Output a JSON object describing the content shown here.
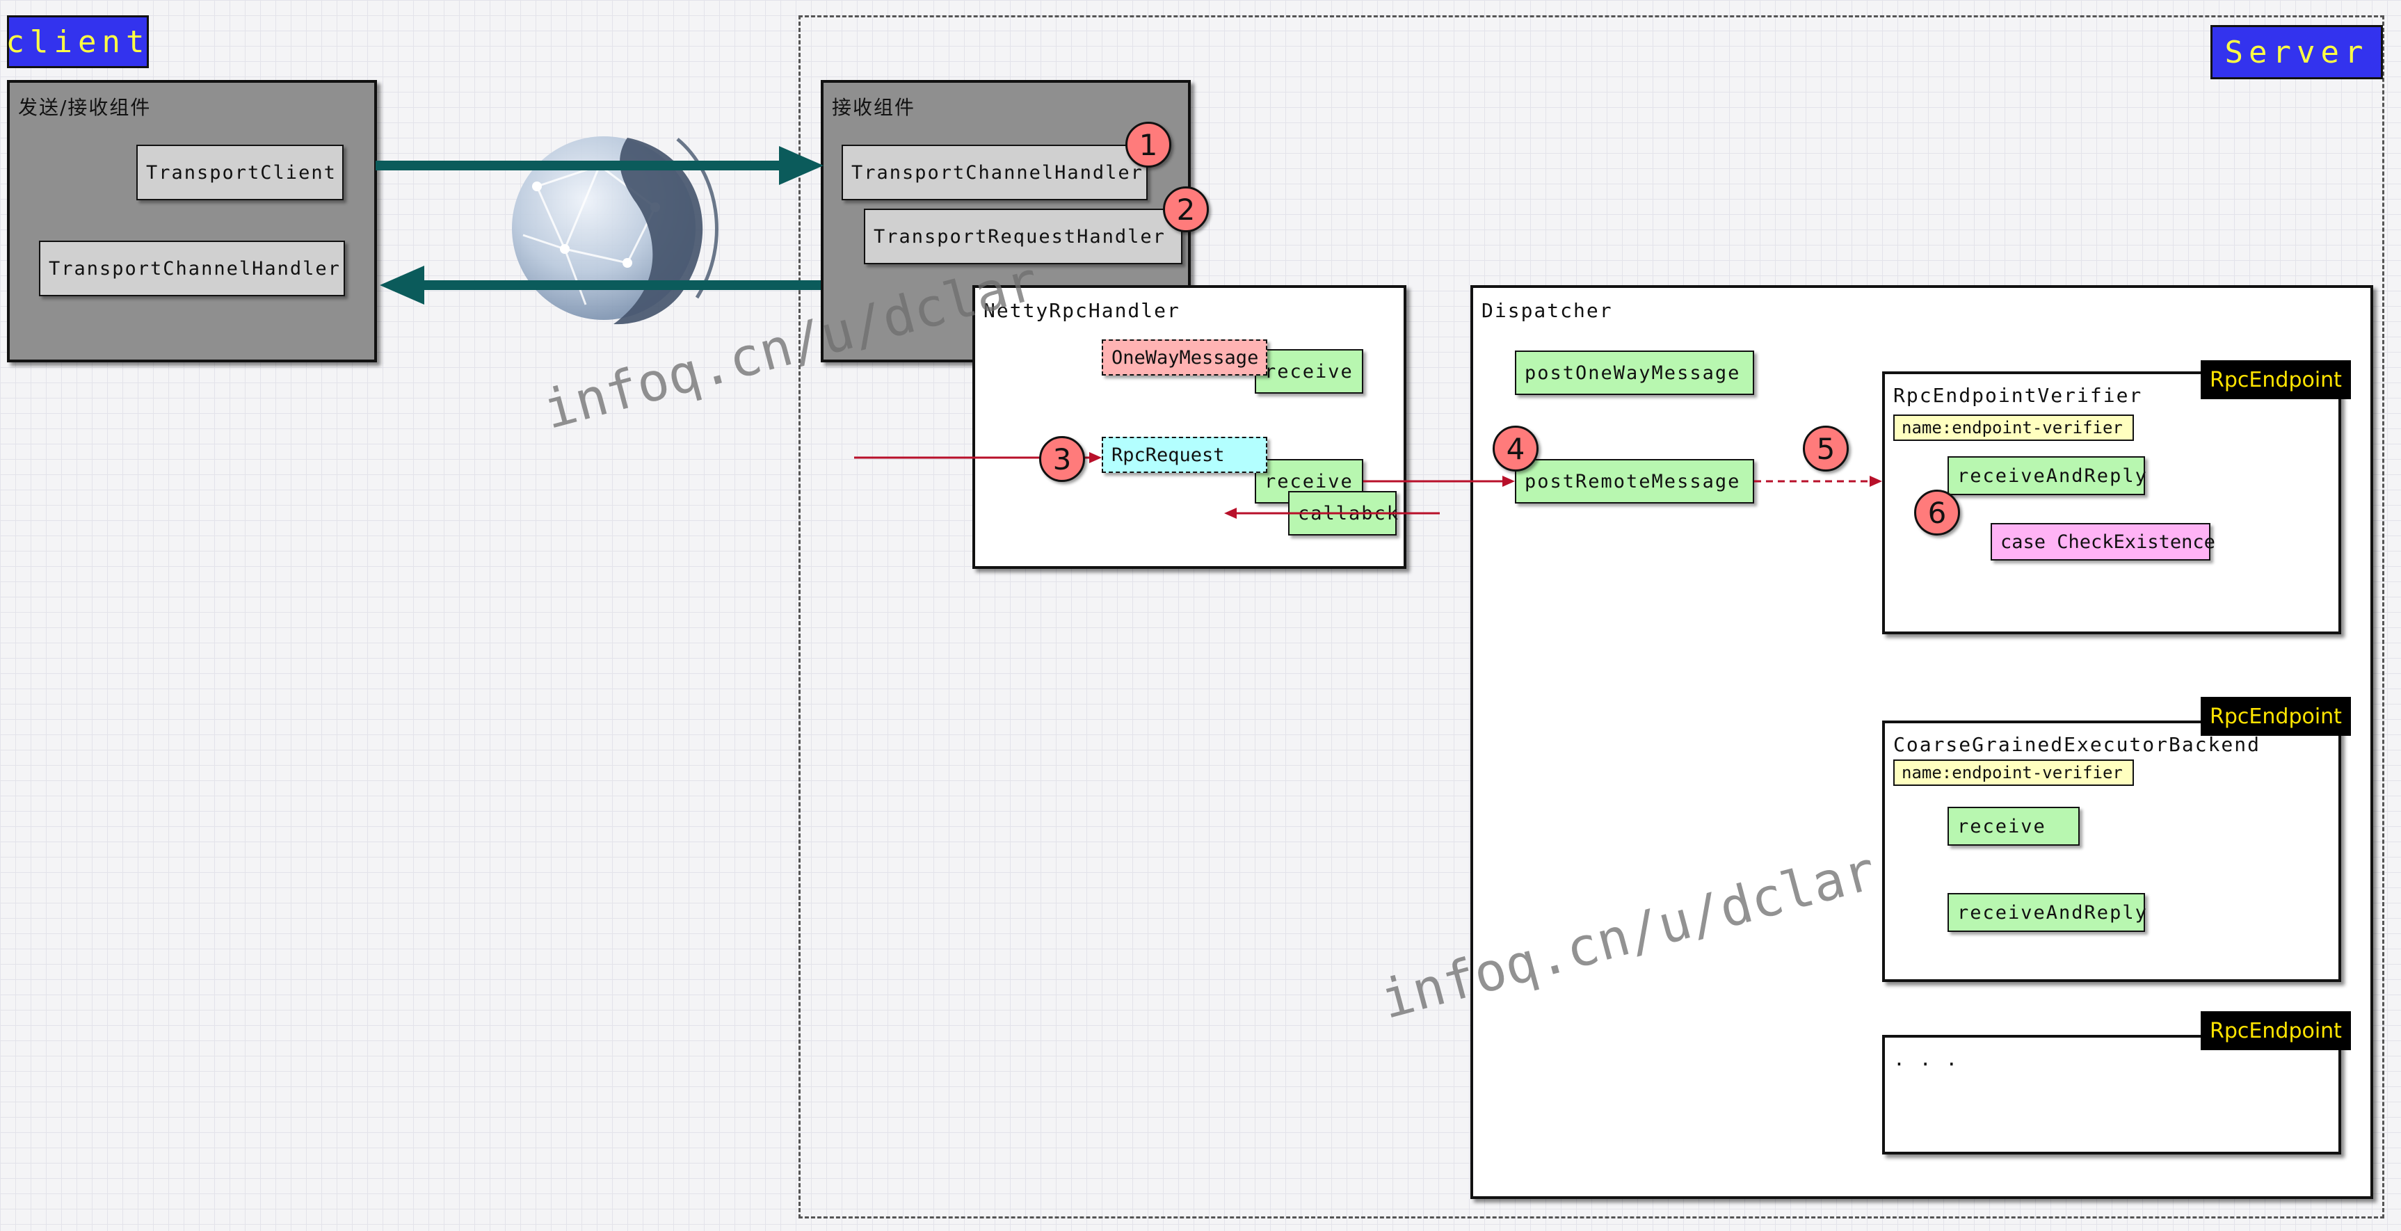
{
  "client": {
    "tag": "client",
    "component_title": "发送/接收组件",
    "transport_client": "TransportClient",
    "transport_channel_handler": "TransportChannelHandler"
  },
  "server": {
    "tag": "Server",
    "component_title": "接收组件",
    "transport_channel_handler": "TransportChannelHandler",
    "transport_request_handler": "TransportRequestHandler"
  },
  "netty": {
    "title": "NettyRpcHandler",
    "oneway_message": "OneWayMessage",
    "receive_1": "receive",
    "rpc_request": "RpcRequest",
    "receive_2": "receive",
    "callback": "callabck"
  },
  "dispatcher": {
    "title": "Dispatcher",
    "post_oneway": "postOneWayMessage",
    "post_remote": "postRemoteMessage"
  },
  "endpoints": {
    "verifier": {
      "tag": "RpcEndpoint",
      "title": "RpcEndpointVerifier",
      "name": "name:endpoint-verifier",
      "receive_and_reply": "receiveAndReply",
      "case": "case CheckExistence"
    },
    "backend": {
      "tag": "RpcEndpoint",
      "title": "CoarseGrainedExecutorBackend",
      "name": "name:endpoint-verifier",
      "receive": "receive",
      "receive_and_reply": "receiveAndReply"
    },
    "other": {
      "tag": "RpcEndpoint",
      "title": ". . ."
    }
  },
  "steps": [
    "1",
    "2",
    "3",
    "4",
    "5",
    "6"
  ],
  "watermark": "infoq.cn/u/dclar",
  "colors": {
    "tag_bg": "#3333ee",
    "tag_text": "#ffff44",
    "flow_arrow": "#0b5b5b",
    "step_arrow": "#b8102a",
    "step_circle": "#ff7b7b",
    "endpoint_tag_bg": "#000000",
    "endpoint_tag_text": "#ffe400"
  }
}
